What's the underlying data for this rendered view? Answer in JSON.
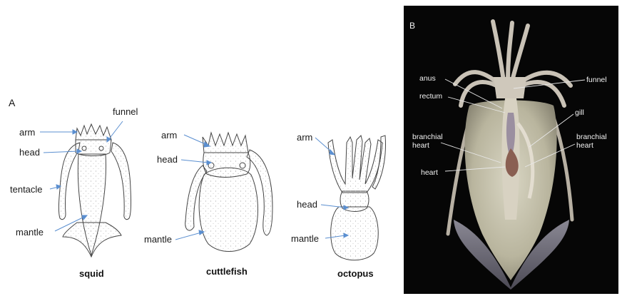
{
  "panel_a": {
    "letter": "A",
    "squid": {
      "caption": "squid",
      "labels": {
        "funnel": "funnel",
        "arm": "arm",
        "head": "head",
        "tentacle": "tentacle",
        "mantle": "mantle"
      }
    },
    "cuttlefish": {
      "caption": "cuttlefish",
      "labels": {
        "arm": "arm",
        "head": "head",
        "mantle": "mantle"
      }
    },
    "octopus": {
      "caption": "octopus",
      "labels": {
        "arm": "arm",
        "head": "head",
        "mantle": "mantle"
      }
    }
  },
  "panel_b": {
    "letter": "B",
    "labels": {
      "anus": "anus",
      "rectum": "rectum",
      "branchial_heart_left": "branchial\nheart",
      "heart": "heart",
      "funnel": "funnel",
      "gill": "gill",
      "branchial_heart_right": "branchial\nheart"
    }
  },
  "colors": {
    "pointer": "#5b8fd0",
    "photo_bg": "#060606",
    "photo_pointer": "#e8e8e8"
  }
}
